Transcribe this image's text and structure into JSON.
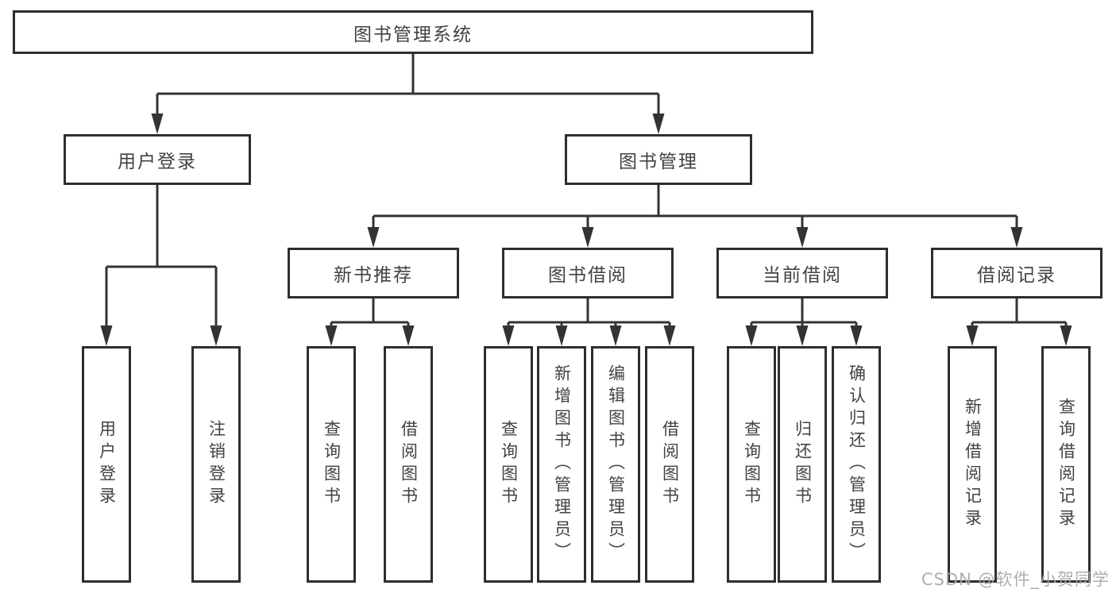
{
  "diagram": {
    "root": {
      "label": "图书管理系统"
    },
    "level2": [
      {
        "label": "用户登录"
      },
      {
        "label": "图书管理"
      }
    ],
    "level3": [
      {
        "label": "新书推荐"
      },
      {
        "label": "图书借阅"
      },
      {
        "label": "当前借阅"
      },
      {
        "label": "借阅记录"
      }
    ],
    "leaves": {
      "user_login": [
        {
          "label": "用户登录"
        },
        {
          "label": "注销登录"
        }
      ],
      "new_books": [
        {
          "label": "查询图书"
        },
        {
          "label": "借阅图书"
        }
      ],
      "borrowing": [
        {
          "label": "查询图书"
        },
        {
          "label": "新增图书（管理员）"
        },
        {
          "label": "编辑图书（管理员）"
        },
        {
          "label": "借阅图书"
        }
      ],
      "current": [
        {
          "label": "查询图书"
        },
        {
          "label": "归还图书"
        },
        {
          "label": "确认归还（管理员）"
        }
      ],
      "records": [
        {
          "label": "新增借阅记录"
        },
        {
          "label": "查询借阅记录"
        }
      ]
    }
  },
  "watermark": {
    "text": "CSDN @软件_小贺同学"
  },
  "colors": {
    "line": "#333333",
    "border": "#2e2e2e",
    "text": "#424242",
    "watermark": "#aaaaaa",
    "background": "#ffffff"
  }
}
